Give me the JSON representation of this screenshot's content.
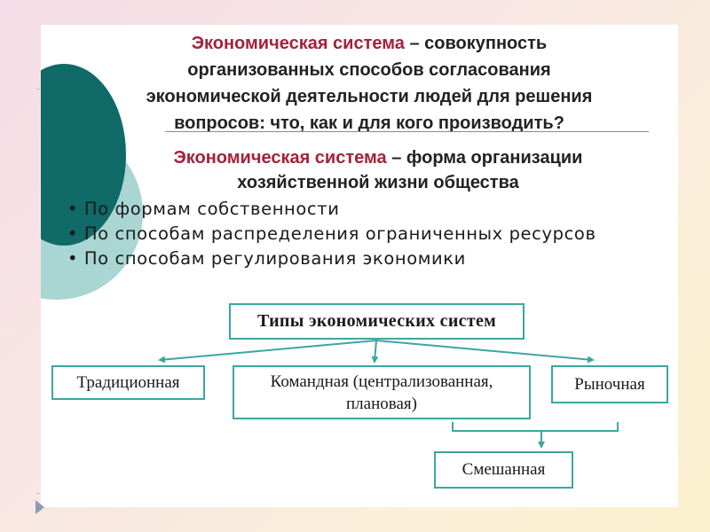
{
  "definition1": {
    "term": "Экономическая система",
    "line1_rest": " – совокупность",
    "line2": "организованных способов согласования",
    "line3": "экономической деятельности людей для решения",
    "line4": "вопросов: что, как и для кого производить?"
  },
  "definition2": {
    "term": "Экономическая система",
    "line1_rest": " – форма организации",
    "line2": "хозяйственной жизни общества"
  },
  "bullets": [
    "По формам собственности",
    "По способам распределения ограниченных ресурсов",
    "По способам регулирования экономики"
  ],
  "diagram": {
    "root": "Типы экономических систем",
    "traditional": "Традиционная",
    "command_line1": "Командная (централизованная,",
    "command_line2": "плановая)",
    "market": "Рыночная",
    "mixed": "Смешанная"
  },
  "colors": {
    "term": "#a3223a",
    "box_border": "#3aa7a0",
    "circle_dark": "#0f6a68",
    "circle_light": "#a9d6d2"
  }
}
